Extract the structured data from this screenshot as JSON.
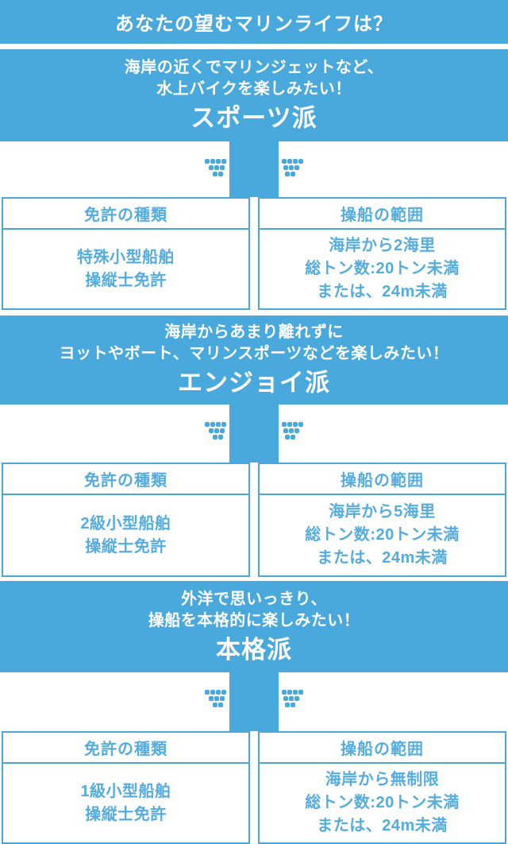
{
  "colors": {
    "accent_blue": "#49a9dc",
    "table_border": "#4ba7da",
    "table_text": "#55acde",
    "panel_text": "#ffffff",
    "background": "#ffffff"
  },
  "icons": {
    "down_arrow": "dotted-down-arrow"
  },
  "header": {
    "title": "あなたの望むマリンライフは？"
  },
  "sections": [
    {
      "id": "sports",
      "desc_lines": [
        "海岸の近くでマリンジェットなど、",
        "水上バイクを楽しみたい！"
      ],
      "title": "スポーツ派",
      "table": {
        "license_header": "免許の種類",
        "license_lines": [
          "特殊小型船舶",
          "操縦士免許"
        ],
        "range_header": "操船の範囲",
        "range_lines": [
          "海岸から2海里",
          "総トン数:20トン未満",
          "または、24m未満"
        ]
      }
    },
    {
      "id": "enjoy",
      "desc_lines": [
        "海岸からあまり離れずに",
        "ヨットやボート、マリンスポーツなどを楽しみたい！"
      ],
      "title": "エンジョイ派",
      "table": {
        "license_header": "免許の種類",
        "license_lines": [
          "2級小型船舶",
          "操縦士免許"
        ],
        "range_header": "操船の範囲",
        "range_lines": [
          "海岸から5海里",
          "総トン数:20トン未満",
          "または、24m未満"
        ]
      }
    },
    {
      "id": "honkaku",
      "desc_lines": [
        "外洋で思いっきり、",
        "操船を本格的に楽しみたい！"
      ],
      "title": "本格派",
      "table": {
        "license_header": "免許の種類",
        "license_lines": [
          "1級小型船舶",
          "操縦士免許"
        ],
        "range_header": "操船の範囲",
        "range_lines": [
          "海岸から無制限",
          "総トン数:20トン未満",
          "または、24m未満"
        ]
      }
    }
  ]
}
